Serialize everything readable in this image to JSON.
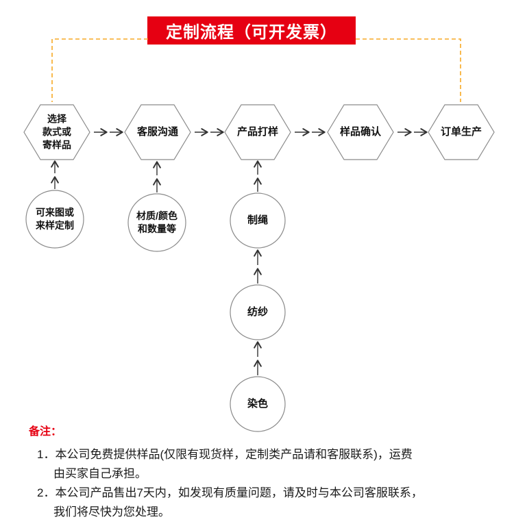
{
  "title": {
    "text": "定制流程（可开发票）"
  },
  "flow": {
    "steps": [
      {
        "label": "选择\n款式或\n寄样品"
      },
      {
        "label": "客服沟通"
      },
      {
        "label": "产品打样"
      },
      {
        "label": "样品确认"
      },
      {
        "label": "订单生产"
      }
    ],
    "inputs": [
      {
        "label": "可来图或\n来样定制"
      },
      {
        "label": "材质/颜色\n和数量等"
      },
      {
        "label": "制绳"
      },
      {
        "label": "纺纱"
      },
      {
        "label": "染色"
      }
    ]
  },
  "remarks": {
    "heading": "备注：",
    "items": [
      "1．本公司免费提供样品(仅限有现货样，定制类产品请和客服联系)，运费\n由买家自己承担。",
      "2．本公司产品售出7天内，如发现有质量问题，请及时与本公司客服联系，\n我们将尽快为您处理。"
    ]
  },
  "colors": {
    "banner_background": "#e60012",
    "banner_text": "#ffffff",
    "dashed_connector": "#f7a823",
    "shape_outline": "#8a8a8a",
    "arrow": "#333333",
    "remarks_heading": "#e60012",
    "body_text": "#1a1a1a"
  }
}
